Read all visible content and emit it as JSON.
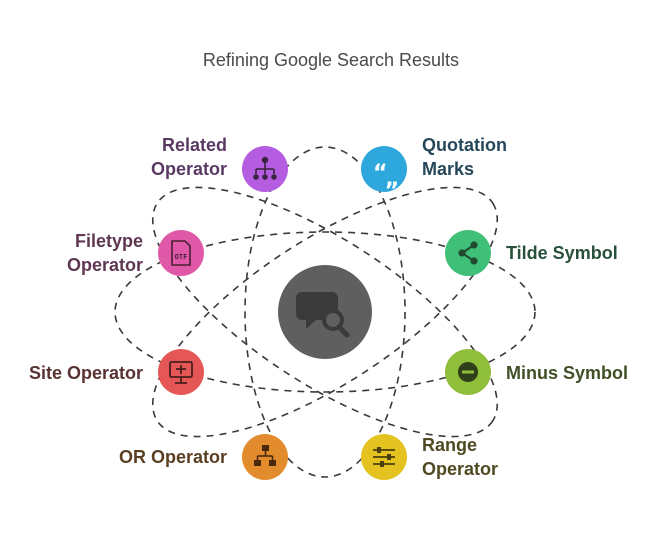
{
  "title": "Refining Google Search Results",
  "colors": {
    "center": "#5f5f5f",
    "orbit": "#3a3a3a",
    "related": "#b55de0",
    "quotation": "#2ea8dc",
    "filetype": "#e059a8",
    "tilde": "#3fbf78",
    "site": "#e55756",
    "minus": "#8fbf3a",
    "or": "#e38c2e",
    "range": "#e4c21f"
  },
  "nodes": [
    {
      "id": "related",
      "lines": [
        "Related",
        "Operator"
      ],
      "icon": "sitemap-icon",
      "text_color": "#5a3a63"
    },
    {
      "id": "quotation",
      "lines": [
        "Quotation",
        "Marks"
      ],
      "icon": "quotes-icon",
      "text_color": "#26485a"
    },
    {
      "id": "filetype",
      "lines": [
        "Filetype",
        "Operator"
      ],
      "icon": "otf-file-icon",
      "text_color": "#5e3750"
    },
    {
      "id": "tilde",
      "lines": [
        "Tilde Symbol"
      ],
      "icon": "share-icon",
      "text_color": "#28503a"
    },
    {
      "id": "site",
      "lines": [
        "Site Operator"
      ],
      "icon": "monitor-icon",
      "text_color": "#5a3232"
    },
    {
      "id": "minus",
      "lines": [
        "Minus Symbol"
      ],
      "icon": "minus-circle-icon",
      "text_color": "#3f4f26"
    },
    {
      "id": "or",
      "lines": [
        "OR Operator"
      ],
      "icon": "flowchart-icon",
      "text_color": "#5a3f22"
    },
    {
      "id": "range",
      "lines": [
        "Range",
        "Operator"
      ],
      "icon": "sliders-icon",
      "text_color": "#4f4a22"
    }
  ],
  "otf_text": "OTF"
}
